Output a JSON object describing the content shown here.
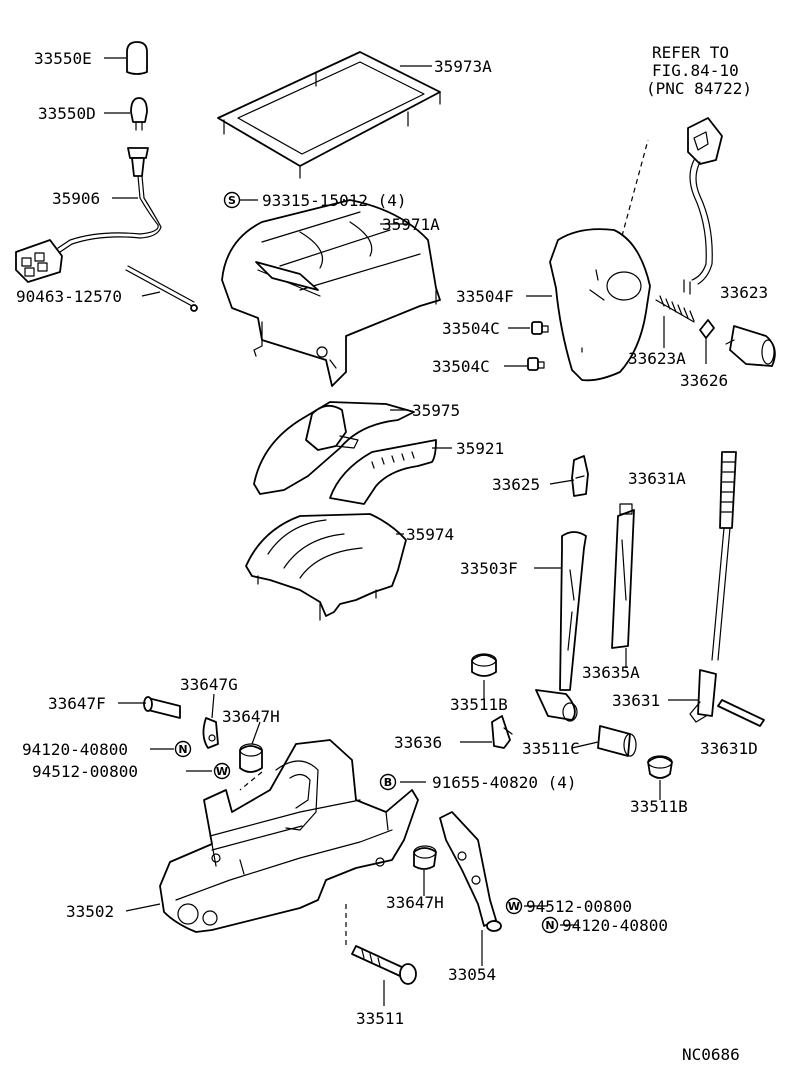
{
  "diagram_id": "NC0686",
  "reference_note": [
    "REFER TO",
    "FIG.84-10",
    "(PNC 84722)"
  ],
  "badges": {
    "s": "S",
    "n": "N",
    "w": "W",
    "b": "B"
  },
  "labels": {
    "p33550E": "33550E",
    "p33550D": "33550D",
    "p35906": "35906",
    "p90463_12570": "90463-12570",
    "p35973A": "35973A",
    "p93315_15012": "93315-15012 (4)",
    "p35971A": "35971A",
    "p33504F": "33504F",
    "p33504C_1": "33504C",
    "p33504C_2": "33504C",
    "p33623": "33623",
    "p33623A": "33623A",
    "p33626": "33626",
    "p35975": "35975",
    "p35921": "35921",
    "p33625": "33625",
    "p33631A": "33631A",
    "p35974": "35974",
    "p33503F": "33503F",
    "p33635A": "33635A",
    "p33647F": "33647F",
    "p33647G": "33647G",
    "p33647H_1": "33647H",
    "p94120_40800_1": "94120-40800",
    "p94512_00800_1": "94512-00800",
    "p33511B_1": "33511B",
    "p33631": "33631",
    "p33631D": "33631D",
    "p33636": "33636",
    "p33511C": "33511C",
    "p91655_40820": "91655-40820 (4)",
    "p33511B_2": "33511B",
    "p33502": "33502",
    "p33647H_2": "33647H",
    "p94512_00800_2": "94512-00800",
    "p94120_40800_2": "94120-40800",
    "p33054": "33054",
    "p33511": "33511"
  }
}
